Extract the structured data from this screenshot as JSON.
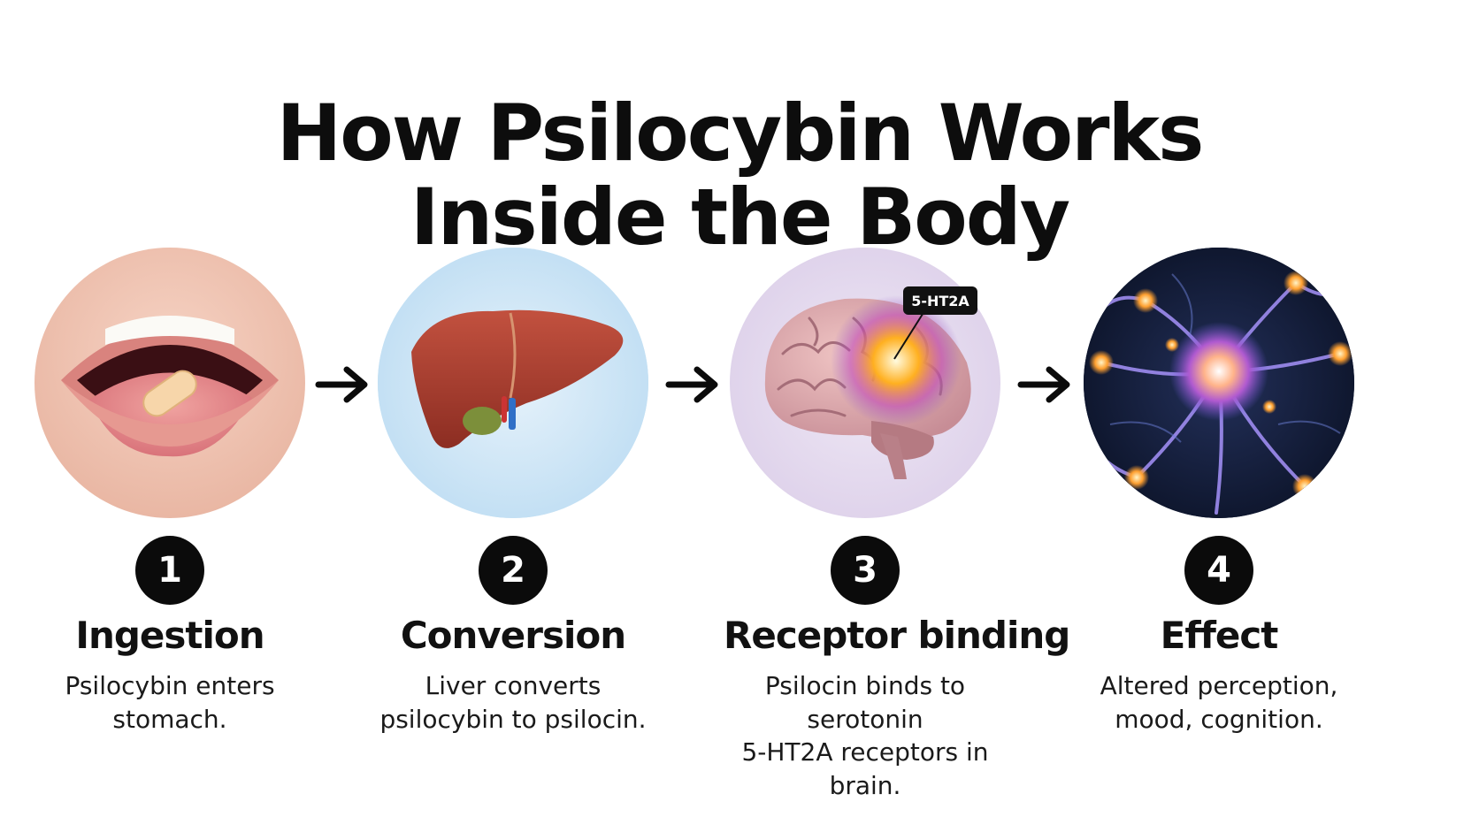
{
  "title": {
    "line1": "How Psilocybin Works",
    "line2": "Inside the Body"
  },
  "steps": [
    {
      "number": "1",
      "title": "Ingestion",
      "desc_line1": "Psilocybin enters",
      "desc_line2": "stomach.",
      "icon": "mouth-with-capsule-icon"
    },
    {
      "number": "2",
      "title": "Conversion",
      "desc_line1": "Liver converts",
      "desc_line2": "psilocybin to psilocin.",
      "icon": "liver-icon"
    },
    {
      "number": "3",
      "title": "Receptor binding",
      "desc_line1": "Psilocin binds to serotonin",
      "desc_line2": "5-HT2A receptors in brain.",
      "icon": "brain-icon",
      "callout": "5-HT2A"
    },
    {
      "number": "4",
      "title": "Effect",
      "desc_line1": "Altered perception,",
      "desc_line2": "mood, cognition.",
      "icon": "neuron-icon"
    }
  ],
  "arrow_icon": "right-arrow-icon",
  "colors": {
    "text": "#0d0d0d",
    "badge": "#0b0b0b",
    "liver_bg": "#cfe6f6",
    "brain_bg": "#e6dcf0",
    "neuron_bg": "#101a33",
    "receptor_glow": "#ffb020"
  }
}
